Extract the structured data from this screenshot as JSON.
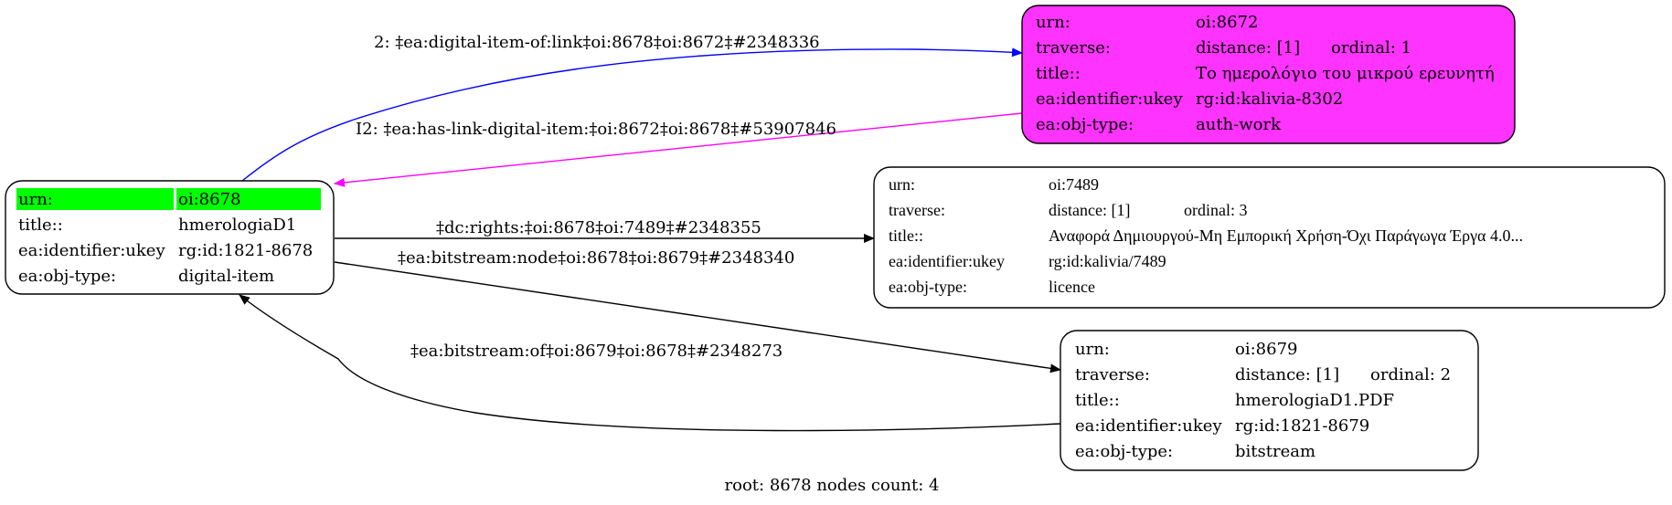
{
  "graph": {
    "footer": "root: 8678 nodes count: 4",
    "colors": {
      "root_highlight": "#00ff00",
      "linked_node_fill": "#ff33ff",
      "edge_link": "#0000ff",
      "edge_has_link": "#ff00ff",
      "edge_default": "#000000"
    },
    "nodes": {
      "root": {
        "rows": [
          {
            "key": "urn:",
            "value": "oi:8678"
          },
          {
            "key": "title::",
            "value": "hmerologiaD1"
          },
          {
            "key": "ea:identifier:ukey",
            "value": "rg:id:1821-8678"
          },
          {
            "key": "ea:obj-type:",
            "value": "digital-item"
          }
        ]
      },
      "n8672": {
        "rows": [
          {
            "key": "urn:",
            "value": "oi:8672"
          },
          {
            "key": "traverse:",
            "value": "distance: [1]",
            "extra": "ordinal: 1"
          },
          {
            "key": "title::",
            "value": "Το ημερολόγιο του μικρού ερευνητή"
          },
          {
            "key": "ea:identifier:ukey",
            "value": "rg:id:kalivia-8302"
          },
          {
            "key": "ea:obj-type:",
            "value": "auth-work"
          }
        ]
      },
      "n7489": {
        "rows": [
          {
            "key": "urn:",
            "value": "oi:7489"
          },
          {
            "key": "traverse:",
            "value": "distance: [1]",
            "extra": "ordinal: 3"
          },
          {
            "key": "title::",
            "value": "Αναφορά Δημιουργού-Μη Εμπορική Χρήση-Όχι Παράγωγα Έργα 4.0..."
          },
          {
            "key": "ea:identifier:ukey",
            "value": "rg:id:kalivia/7489"
          },
          {
            "key": "ea:obj-type:",
            "value": "licence"
          }
        ]
      },
      "n8679": {
        "rows": [
          {
            "key": "urn:",
            "value": "oi:8679"
          },
          {
            "key": "traverse:",
            "value": "distance: [1]",
            "extra": "ordinal: 2"
          },
          {
            "key": "title::",
            "value": "hmerologiaD1.PDF"
          },
          {
            "key": "ea:identifier:ukey",
            "value": "rg:id:1821-8679"
          },
          {
            "key": "ea:obj-type:",
            "value": "bitstream"
          }
        ]
      }
    },
    "edges": [
      {
        "label": "2: ‡ea:digital-item-of:link‡oi:8678‡oi:8672‡#2348336",
        "from": "oi:8678",
        "to": "oi:8672"
      },
      {
        "label": "I2: ‡ea:has-link-digital-item:‡oi:8672‡oi:8678‡#53907846",
        "from": "oi:8672",
        "to": "oi:8678"
      },
      {
        "label": "‡dc:rights:‡oi:8678‡oi:7489‡#2348355",
        "from": "oi:8678",
        "to": "oi:7489"
      },
      {
        "label": "‡ea:bitstream:node‡oi:8678‡oi:8679‡#2348340",
        "from": "oi:8678",
        "to": "oi:8679"
      },
      {
        "label": "‡ea:bitstream:of‡oi:8679‡oi:8678‡#2348273",
        "from": "oi:8679",
        "to": "oi:8678"
      }
    ]
  }
}
